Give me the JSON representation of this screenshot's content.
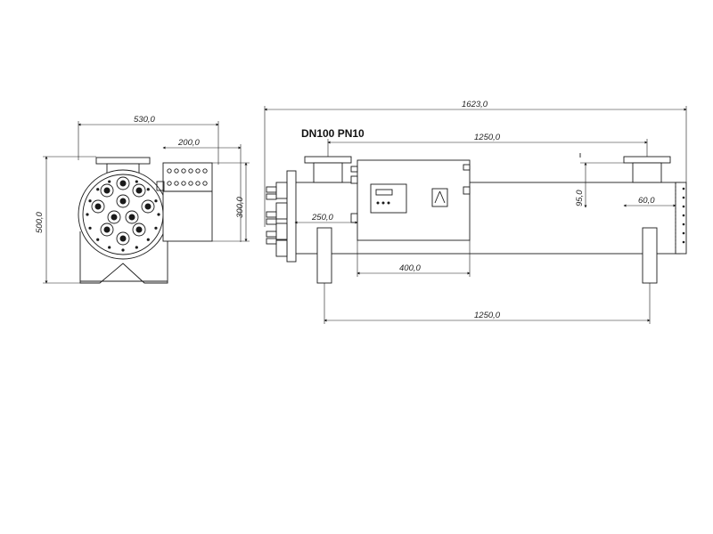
{
  "labels": {
    "flange_spec": "DN100 PN10"
  },
  "dimensions": {
    "end_width": "530,0",
    "end_panel_width": "200,0",
    "end_height": "500,0",
    "end_panel_height": "300,0",
    "overall_length": "1623,0",
    "top_port_spacing": "1250,0",
    "inlet_offset": "250,0",
    "box_width": "400,0",
    "support_spacing": "1250,0",
    "port_height": "95,0",
    "outlet_offset": "60,0"
  }
}
